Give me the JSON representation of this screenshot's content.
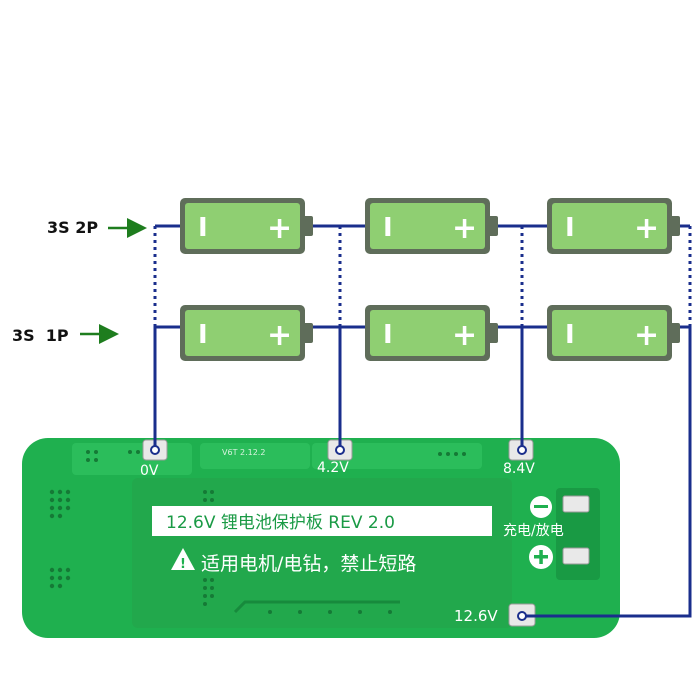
{
  "config_labels": {
    "two_parallel": "3S 2P",
    "one_parallel": "3S  1P"
  },
  "batteries": {
    "minus_sign": "I",
    "plus_sign": "+"
  },
  "board": {
    "title": "12.6V 锂电池保护板 REV 2.0",
    "warning": "适用电机/电钻，禁止短路",
    "warning_icon": "warning-triangle-icon",
    "charge_discharge": "充电/放电",
    "minus_symbol": "−",
    "plus_symbol": "+",
    "pads": {
      "p0": "0V",
      "p1": "4.2V",
      "p2": "8.4V",
      "p3": "12.6V"
    },
    "silk_code": "V6T  2.12.2"
  },
  "colors": {
    "battery_fill": "#8fcf72",
    "battery_body": "#5f6d5a",
    "board_green": "#1fb04f",
    "wire_blue": "#1a2e8c",
    "arrow_green": "#1e7d1e"
  }
}
